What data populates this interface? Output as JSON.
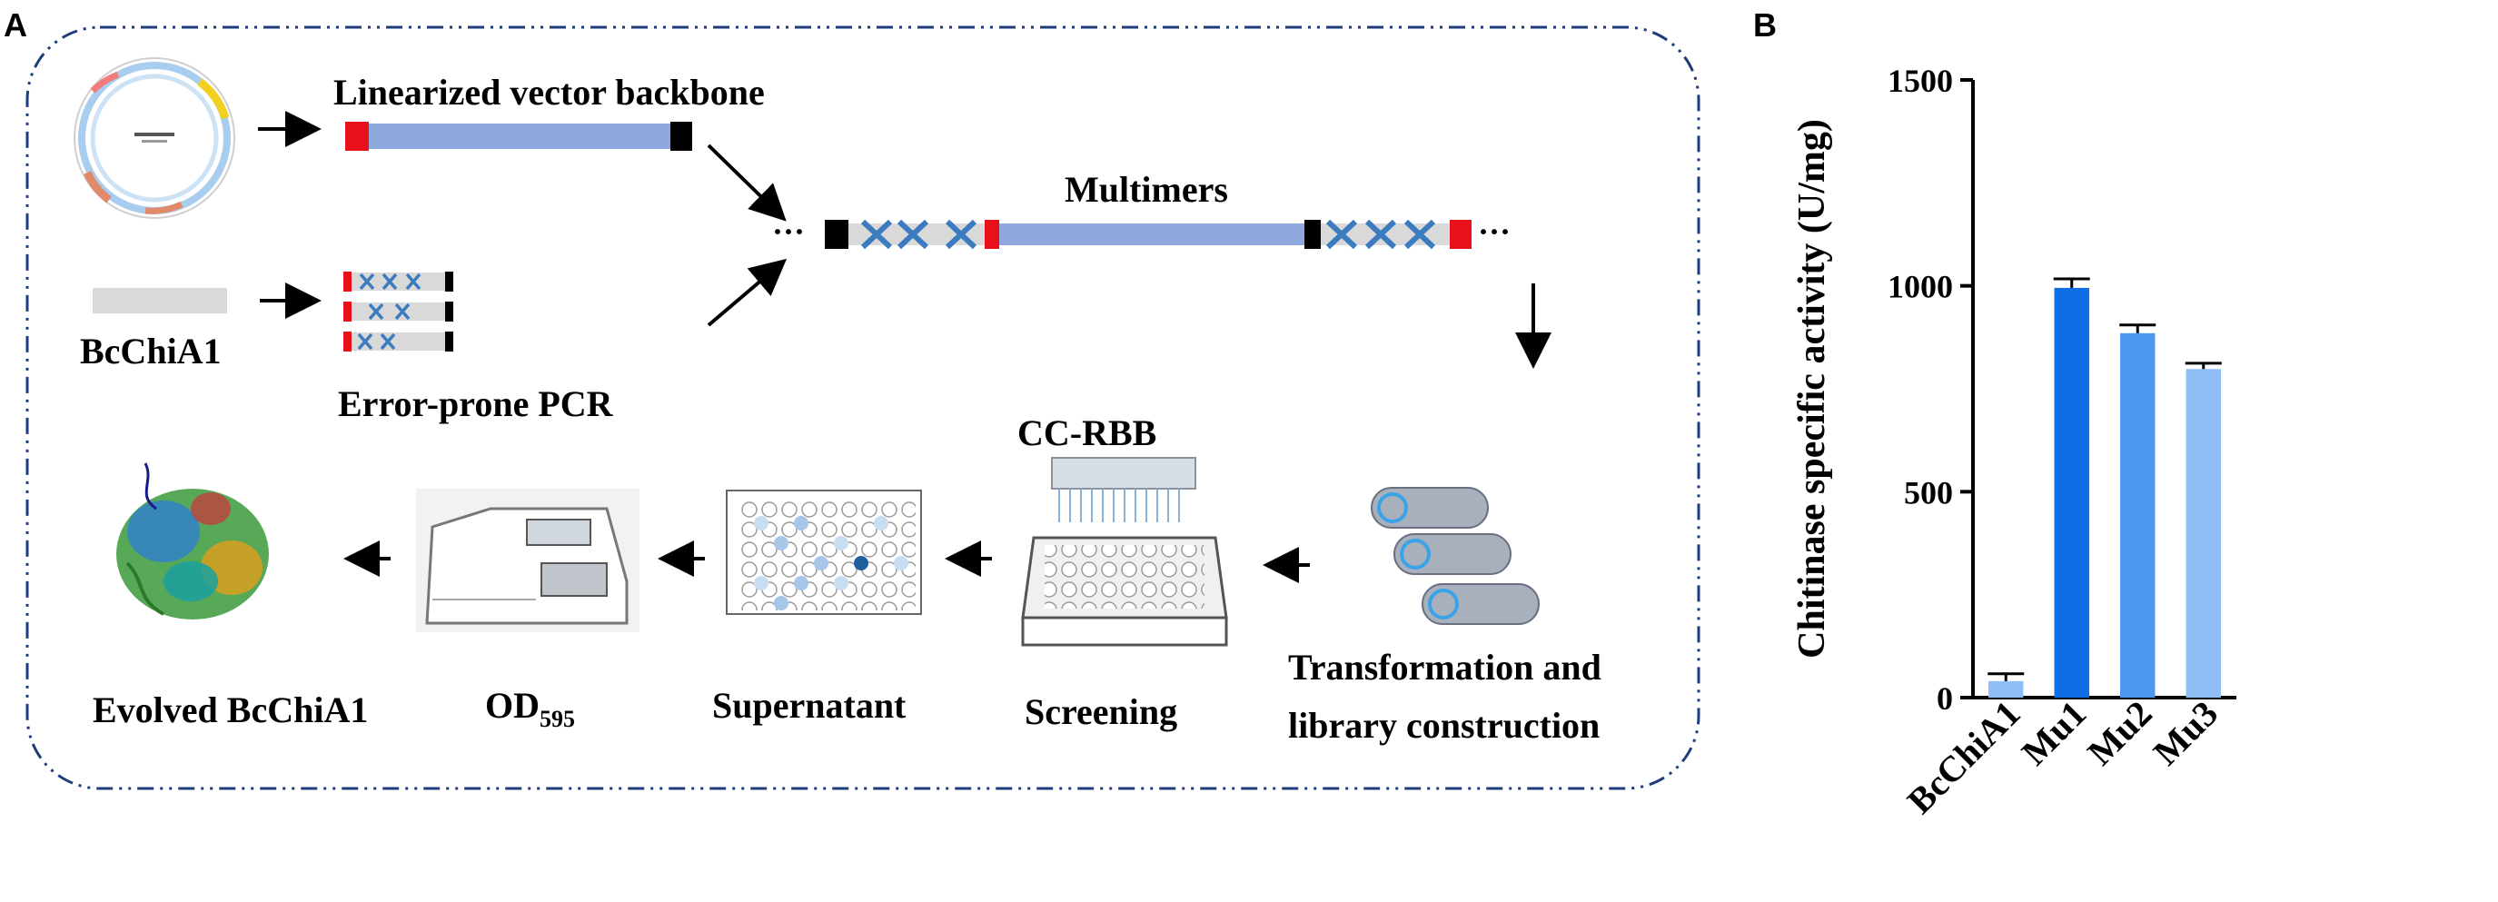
{
  "panel_a": {
    "letter": "A",
    "labels": {
      "linearized_vector": "Linearized vector backbone",
      "multimers": "Multimers",
      "bcchia1": "BcChiA1",
      "error_prone_pcr": "Error-prone PCR",
      "cc_rbb": "CC-RBB",
      "screening": "Screening",
      "supernatant": "Supernatant",
      "od_main": "OD",
      "od_sub": "595",
      "evolved": "Evolved BcChiA1",
      "transformation_line1": "Transformation and",
      "transformation_line2": "library construction",
      "dots": "···"
    },
    "colors": {
      "frame": "#1f3d7a",
      "backbone": "#8fa8de",
      "red_end": "#e8101a",
      "black_end": "#000000",
      "gene": "#d9d9d9",
      "cross": "#3b7bbf"
    }
  },
  "panel_b": {
    "letter": "B"
  },
  "chart_data": {
    "type": "bar",
    "categories": [
      "BcChiA1",
      "Mu1",
      "Mu2",
      "Mu3"
    ],
    "values": [
      40,
      995,
      885,
      798
    ],
    "errors": [
      18,
      22,
      20,
      14
    ],
    "colors": [
      "#8fbef7",
      "#0d6ee6",
      "#4d97f2",
      "#8fbef7"
    ],
    "ylabel": "Chitinase specific activity (U/mg)",
    "ylim": [
      0,
      1500
    ],
    "yticks": [
      0,
      500,
      1000,
      1500
    ],
    "grid": false
  }
}
